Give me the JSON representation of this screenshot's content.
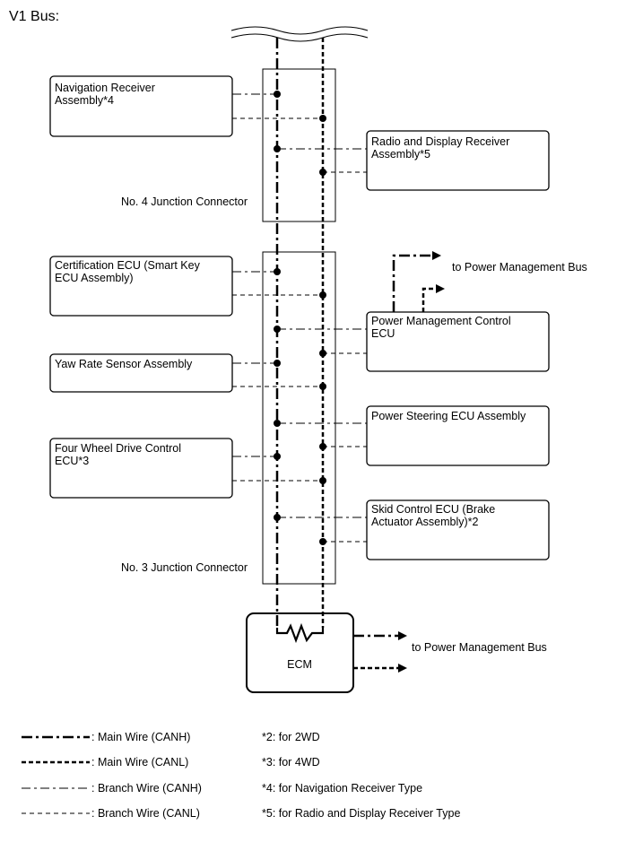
{
  "title": "V1 Bus:",
  "junction_connectors": {
    "no4": "No. 4 Junction Connector",
    "no3": "No. 3 Junction Connector"
  },
  "ecus": {
    "nav_receiver": [
      "Navigation Receiver",
      "Assembly*4"
    ],
    "radio_display": [
      "Radio and Display Receiver",
      "Assembly*5"
    ],
    "certification": [
      "Certification ECU (Smart Key",
      "ECU Assembly)"
    ],
    "power_mgmt": [
      "Power Management Control",
      "ECU"
    ],
    "yaw_rate": [
      "Yaw Rate Sensor Assembly"
    ],
    "power_steering": [
      "Power Steering ECU Assembly"
    ],
    "four_wheel_drive": [
      "Four Wheel Drive Control",
      "ECU*3"
    ],
    "skid_control": [
      "Skid Control ECU (Brake",
      "Actuator Assembly)*2"
    ],
    "ecm": "ECM"
  },
  "external": {
    "to_power_mgmt_bus_top": "to Power Management Bus",
    "to_power_mgmt_bus_ecm": "to Power Management Bus"
  },
  "legend": [
    {
      "style": "main-canh",
      "label": ": Main Wire (CANH)"
    },
    {
      "style": "main-canl",
      "label": ": Main Wire (CANL)"
    },
    {
      "style": "branch-canh",
      "label": ": Branch Wire (CANH)"
    },
    {
      "style": "branch-canl",
      "label": ": Branch Wire (CANL)"
    }
  ],
  "notes": [
    "*2: for 2WD",
    "*3: for 4WD",
    "*4: for Navigation Receiver Type",
    "*5: for Radio and Display Receiver Type"
  ]
}
